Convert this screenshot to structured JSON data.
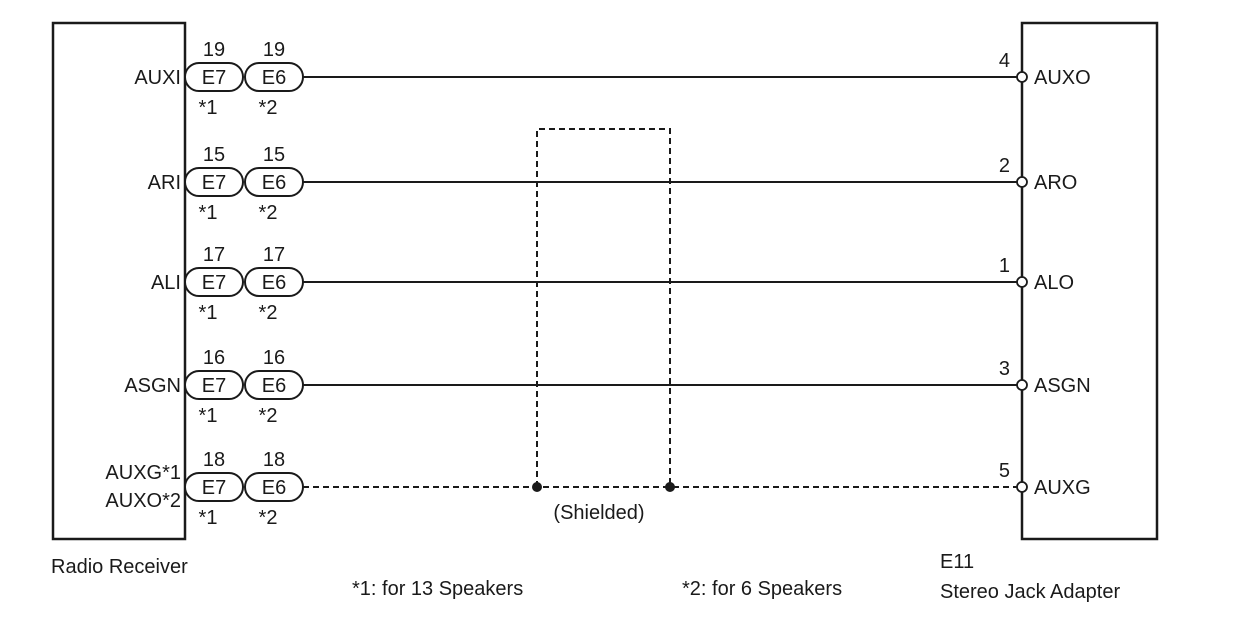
{
  "radio_receiver": {
    "label": "Radio Receiver",
    "rows": [
      {
        "signals": [
          "AUXI"
        ],
        "pin_e7": "19",
        "pin_e6": "19",
        "shielded": false
      },
      {
        "signals": [
          "ARI"
        ],
        "pin_e7": "15",
        "pin_e6": "15",
        "shielded": false
      },
      {
        "signals": [
          "ALI"
        ],
        "pin_e7": "17",
        "pin_e6": "17",
        "shielded": false
      },
      {
        "signals": [
          "ASGN"
        ],
        "pin_e7": "16",
        "pin_e6": "16",
        "shielded": false
      },
      {
        "signals": [
          "AUXG*1",
          "AUXO*2"
        ],
        "pin_e7": "18",
        "pin_e6": "18",
        "shielded": true
      }
    ]
  },
  "connectors": {
    "e7": {
      "code": "E7",
      "note": "*1"
    },
    "e6": {
      "code": "E6",
      "note": "*2"
    }
  },
  "stereo_jack_adapter": {
    "code": "E11",
    "label": "Stereo Jack Adapter",
    "pins": [
      {
        "pin": "4",
        "signal": "AUXO"
      },
      {
        "pin": "2",
        "signal": "ARO"
      },
      {
        "pin": "1",
        "signal": "ALO"
      },
      {
        "pin": "3",
        "signal": "ASGN"
      },
      {
        "pin": "5",
        "signal": "AUXG"
      }
    ]
  },
  "shield_label": "(Shielded)",
  "notes": {
    "note1": "*1: for 13 Speakers",
    "note2": "*2: for 6 Speakers"
  }
}
